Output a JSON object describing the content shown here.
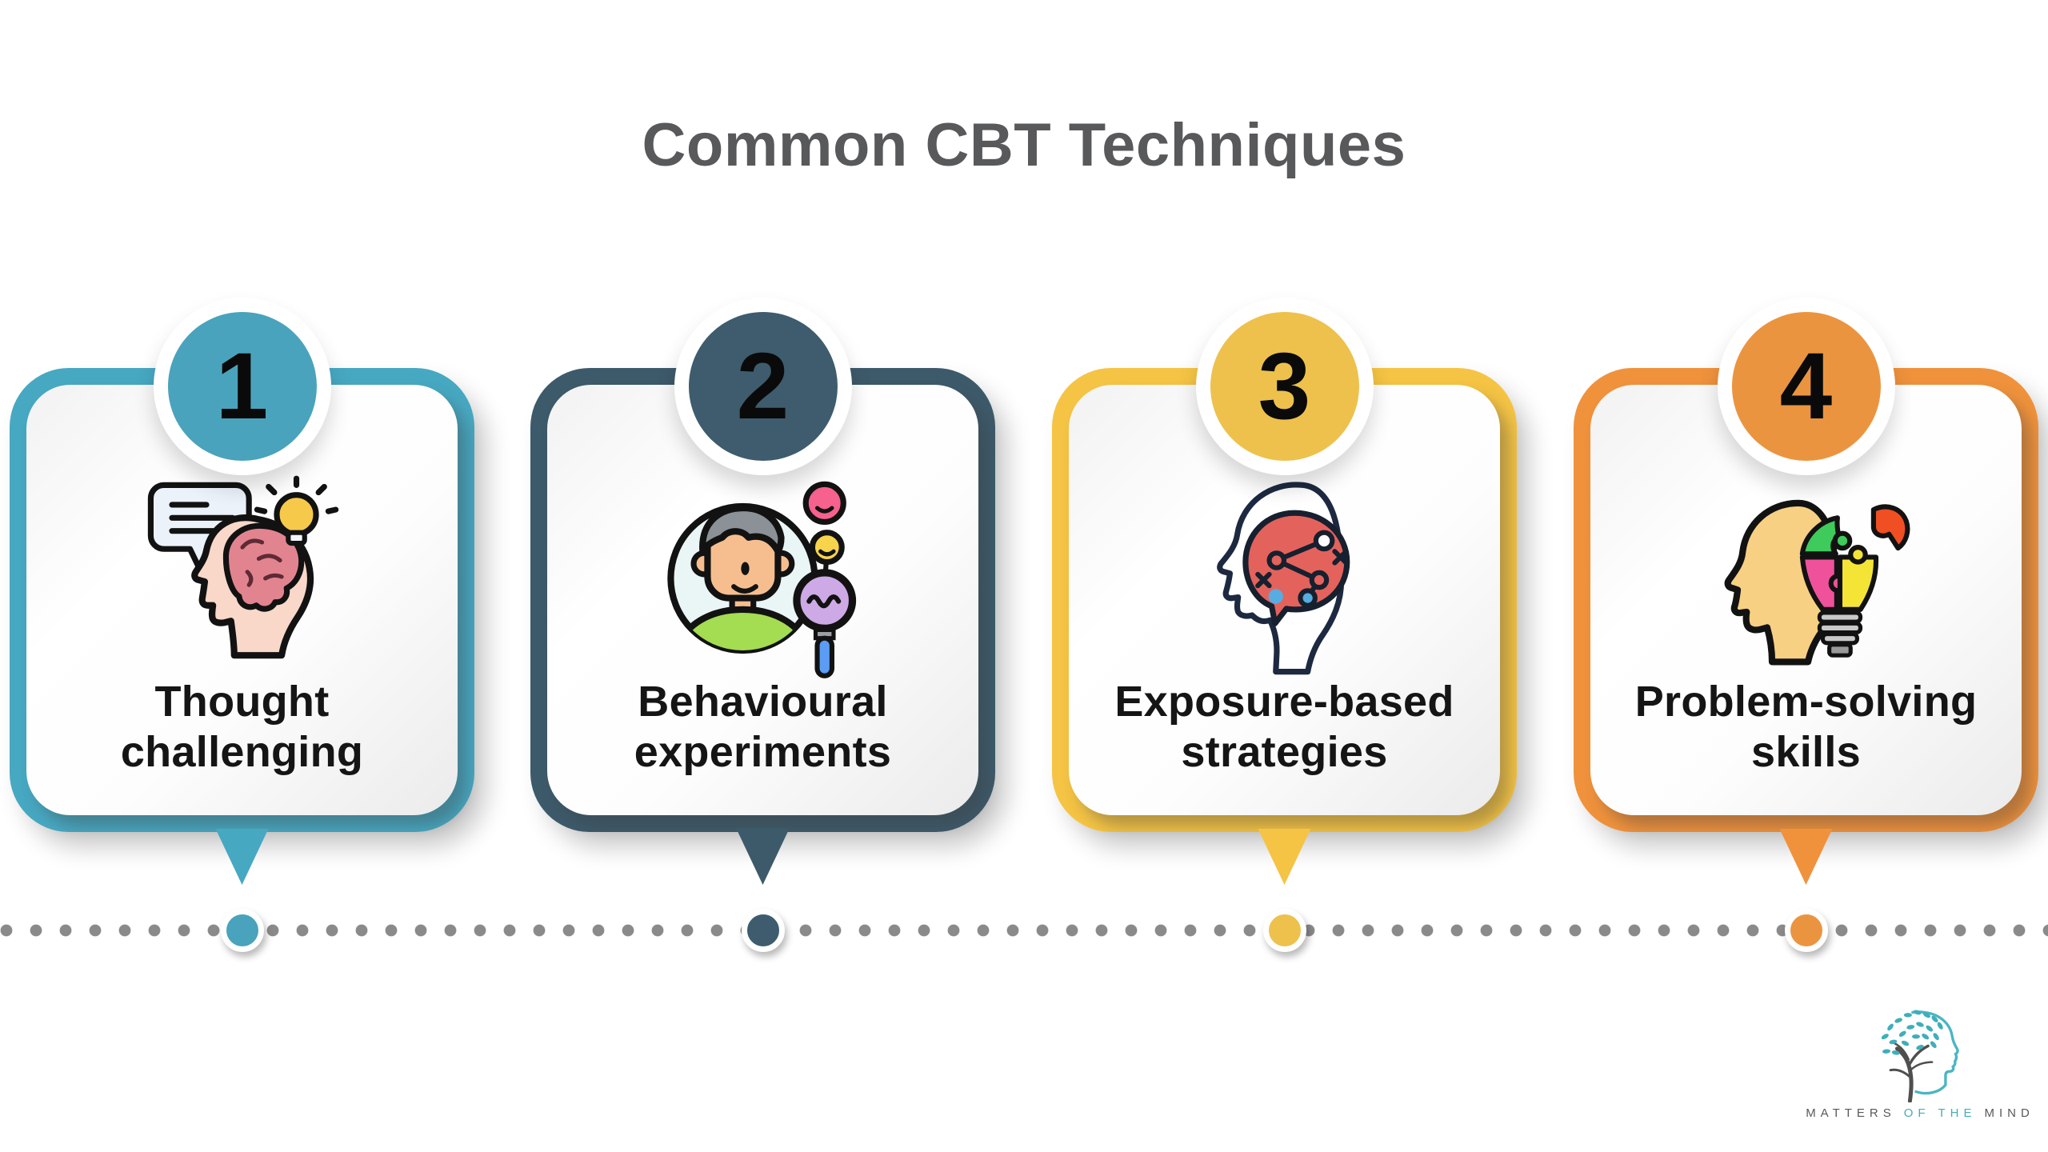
{
  "page": {
    "background_color": "#FFFFFF",
    "title": "Common CBT Techniques",
    "title_color": "#58595B"
  },
  "cards": [
    {
      "number": "1",
      "label": "Thought challenging",
      "icon": "thought-challenging-icon",
      "accent_color": "#47A8C2",
      "circle_color": "#4AA3BC"
    },
    {
      "number": "2",
      "label": "Behavioural experiments",
      "icon": "behavioural-experiments-icon",
      "accent_color": "#3D5A6B",
      "circle_color": "#3E5C6E"
    },
    {
      "number": "3",
      "label": "Exposure-based strategies",
      "icon": "exposure-based-strategies-icon",
      "accent_color": "#F5C444",
      "circle_color": "#EDC14C"
    },
    {
      "number": "4",
      "label": "Problem-solving skills",
      "icon": "problem-solving-skills-icon",
      "accent_color": "#F0923C",
      "circle_color": "#EB9440"
    }
  ],
  "timeline": {
    "dot_color": "#8A8A8A"
  },
  "logo": {
    "brand_part1": "MATTERS",
    "brand_part2": "OF THE",
    "brand_part3": "MIND",
    "gray_color": "#58595A",
    "teal_color": "#45AEB9"
  }
}
